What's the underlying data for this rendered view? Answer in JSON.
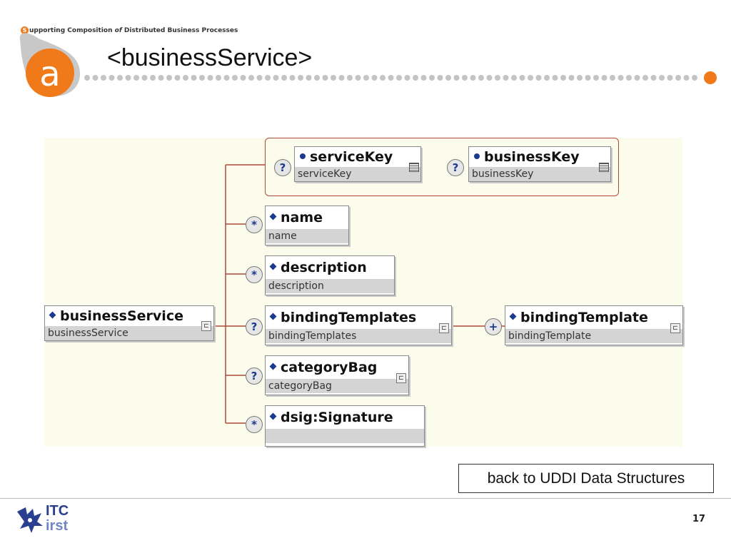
{
  "header": {
    "tagline_s": "S",
    "tagline_1": "upporting Composition",
    "tagline_of": "of",
    "tagline_2": "Distributed Business Processes",
    "logo_letter": "a",
    "title": "<businessService>",
    "accent_color": "#f07a1a"
  },
  "diagram": {
    "root": {
      "name": "businessService",
      "type": "businessService"
    },
    "attributes": [
      {
        "name": "serviceKey",
        "type": "serviceKey",
        "occurrence": "?"
      },
      {
        "name": "businessKey",
        "type": "businessKey",
        "occurrence": "?"
      }
    ],
    "children": [
      {
        "name": "name",
        "type": "name",
        "occurrence": "*"
      },
      {
        "name": "description",
        "type": "description",
        "occurrence": "*"
      },
      {
        "name": "bindingTemplates",
        "type": "bindingTemplates",
        "occurrence": "?"
      },
      {
        "name": "categoryBag",
        "type": "categoryBag",
        "occurrence": "?"
      },
      {
        "name": "dsig:Signature",
        "type": "",
        "occurrence": "*"
      }
    ],
    "nested": {
      "name": "bindingTemplate",
      "type": "bindingTemplate",
      "occurrence": "+"
    }
  },
  "footer": {
    "back_link": "back to UDDI Data Structures",
    "logo_line1": "ITC",
    "logo_line2": "irst",
    "page_number": "17"
  }
}
